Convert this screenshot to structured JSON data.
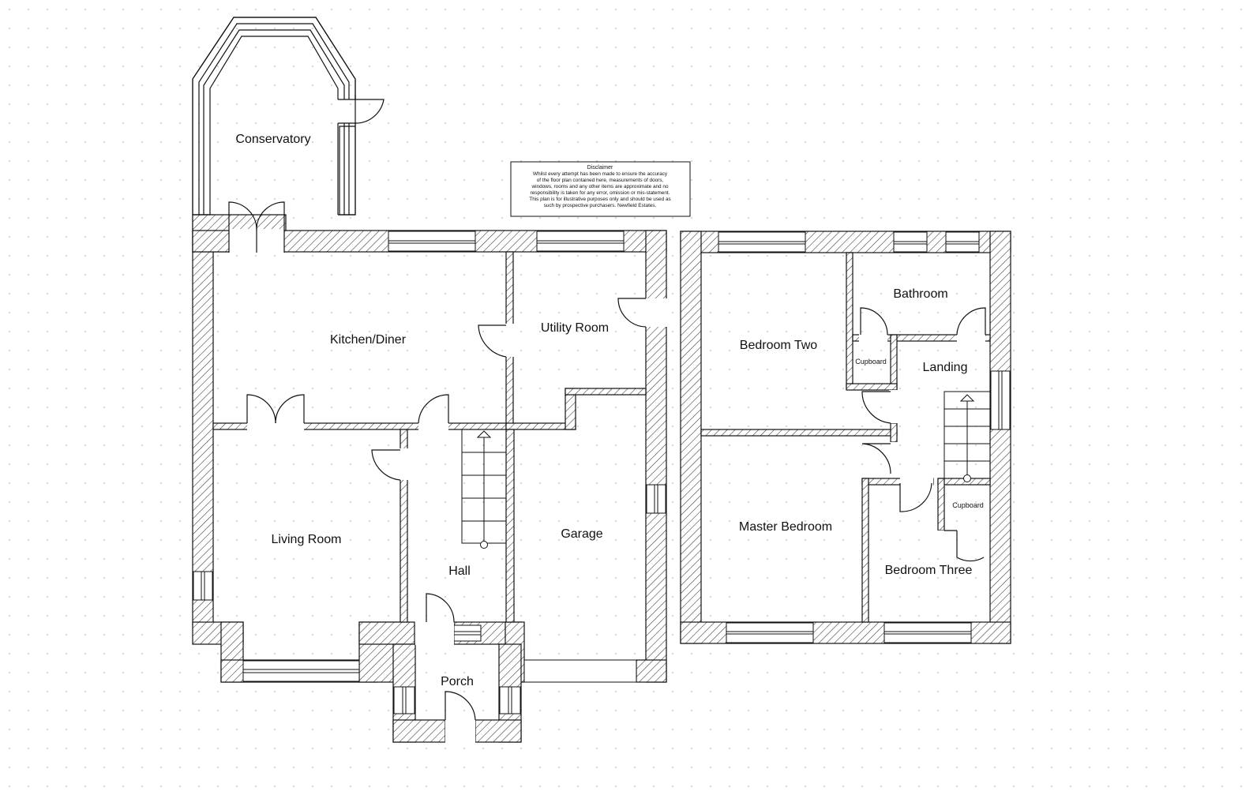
{
  "colors": {
    "line": "#111111",
    "hatch": "#333333",
    "background": "#ffffff",
    "grid_dot": "#b8b8b8"
  },
  "ground_floor": {
    "rooms": {
      "conservatory": "Conservatory",
      "kitchen_diner": "Kitchen/Diner",
      "utility_room": "Utility Room",
      "living_room": "Living Room",
      "hall": "Hall",
      "garage": "Garage",
      "porch": "Porch"
    }
  },
  "first_floor": {
    "rooms": {
      "bedroom_two": "Bedroom Two",
      "bathroom": "Bathroom",
      "cupboard_upper": "Cupboard",
      "landing": "Landing",
      "master_bedroom": "Master Bedroom",
      "cupboard_lower": "Cupboard",
      "bedroom_three": "Bedroom Three"
    }
  },
  "disclaimer": {
    "title": "Disclaimer",
    "lines": [
      "Whilst every attempt has been made to ensure the accuracy",
      "of the floor plan contained here, measurements of doors,",
      "windows, rooms and any other items are approximate and no",
      "responsibility is taken for any error, omission or mis-statement.",
      "This plan is for illustrative purposes only and should be used as",
      "such by prospective purchasers. Newfield Estates."
    ]
  }
}
